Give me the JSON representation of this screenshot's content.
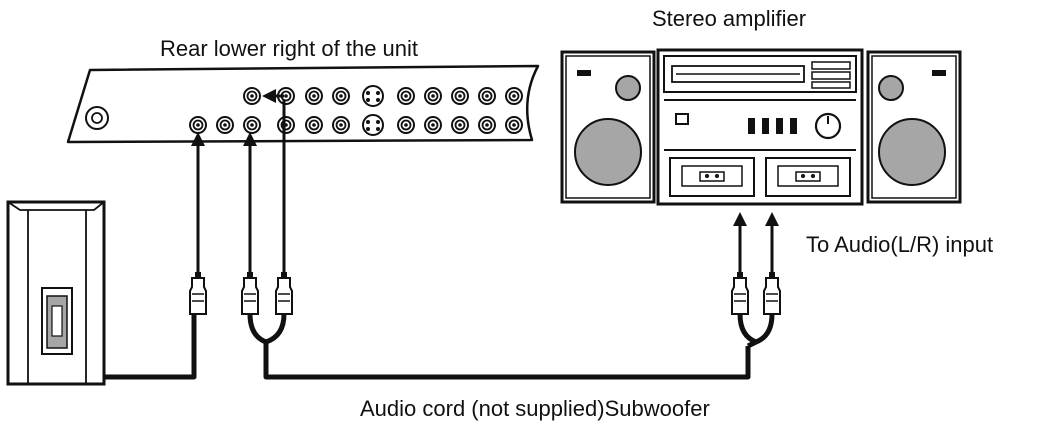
{
  "labels": {
    "rear_panel": "Rear lower right of the unit",
    "amplifier": "Stereo amplifier",
    "audio_input": "To Audio(L/R) input",
    "cord_and_subwoofer": "Audio cord (not supplied)Subwoofer"
  },
  "colors": {
    "line": "#111111",
    "fill_gray": "#a6a6a6",
    "background": "#ffffff"
  }
}
